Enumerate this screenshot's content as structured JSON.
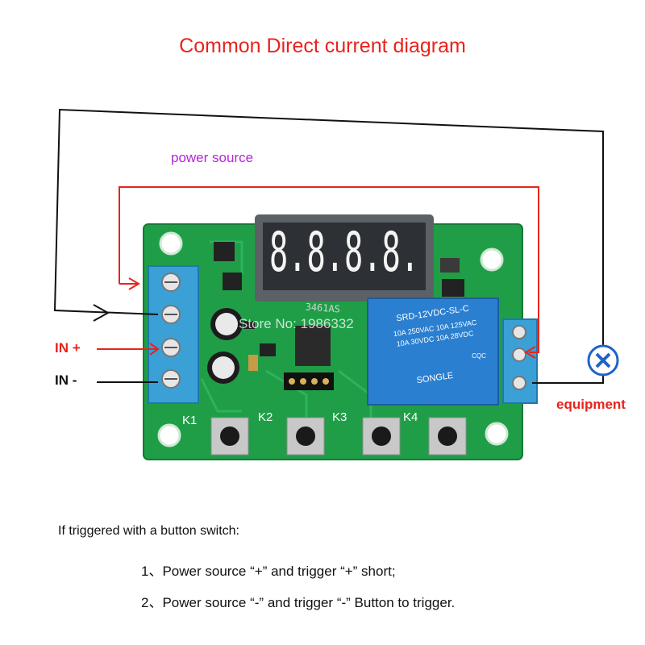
{
  "title": "Common  Direct current diagram",
  "labels": {
    "power_source": "power source",
    "in_plus": "IN +",
    "in_minus": "IN -",
    "equipment": "equipment"
  },
  "board": {
    "display": "8.8.8.8.",
    "display_part": "3461AS",
    "watermark": "Store No: 1986332",
    "buttons": [
      "K1",
      "K2",
      "K3",
      "K4"
    ],
    "relay_lines": [
      "SRD-12VDC-SL-C",
      "10A 250VAC 10A 125VAC",
      "10A 30VDC 10A 28VDC",
      "SONGLE",
      "CQC"
    ]
  },
  "notes": {
    "heading": "If triggered with a button switch:",
    "items": [
      "1、Power source  “+”  and  trigger “+” short;",
      "2、Power source  “-”  and  trigger  “-”  Button to trigger."
    ]
  },
  "colors": {
    "title": "#e8231c",
    "power_source": "#b526d8",
    "board": "#1f9e47",
    "terminal": "#3aa0d6",
    "relay": "#2a7fd0",
    "wire_power": "#e8231c",
    "wire_loop": "#111111",
    "equipment_symbol": "#1f63c9"
  }
}
